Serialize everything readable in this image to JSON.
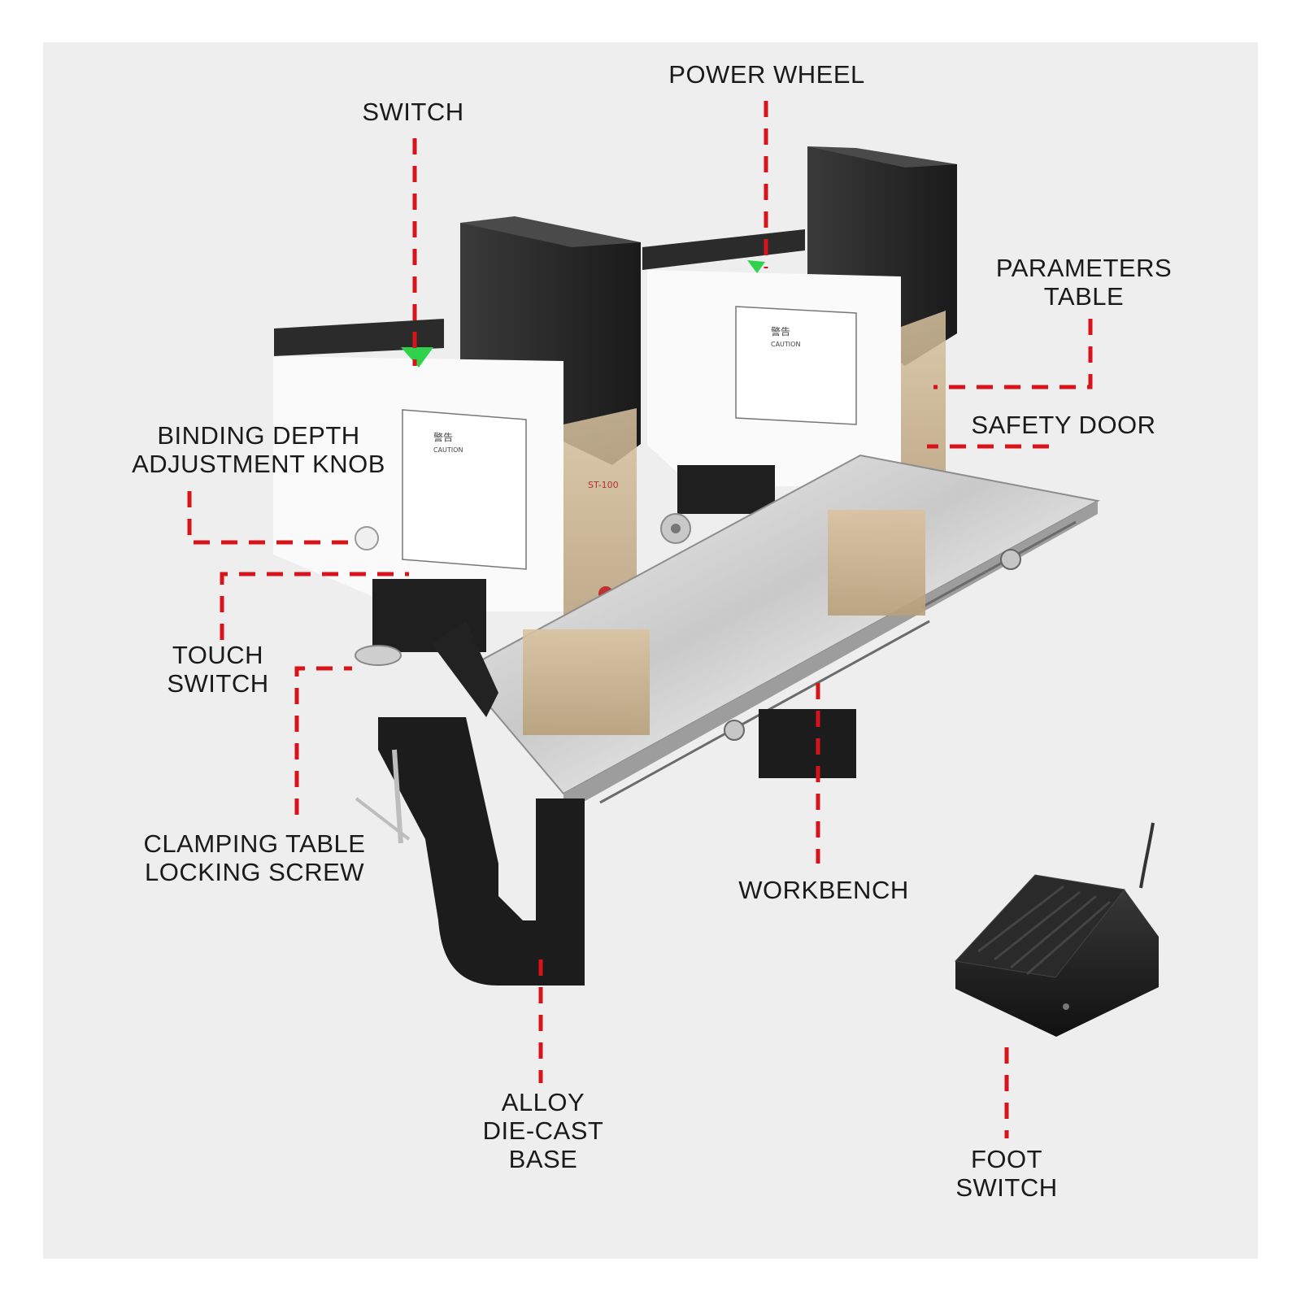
{
  "labels": {
    "switch": "SWITCH",
    "power_wheel": "POWER WHEEL",
    "parameters_table": [
      "PARAMETERS",
      "TABLE"
    ],
    "safety_door": "SAFETY DOOR",
    "binding_depth_knob": [
      "BINDING DEPTH",
      "ADJUSTMENT KNOB"
    ],
    "touch_switch": [
      "TOUCH",
      "SWITCH"
    ],
    "clamping_screw": [
      "CLAMPING TABLE",
      "LOCKING SCREW"
    ],
    "workbench": "WORKBENCH",
    "alloy_base": [
      "ALLOY",
      "DIE-CAST",
      "BASE"
    ],
    "foot_switch": [
      "FOOT",
      "SWITCH"
    ]
  },
  "machine_markings": {
    "caution_cn": "警告",
    "caution_en": "CAUTION",
    "model": "ST-100"
  },
  "colors": {
    "background": "#eeeeee",
    "leader_line": "#d8141a",
    "housing": "#262626",
    "switch_green": "#2fd24a",
    "steel": "#d4d4d4",
    "label_text": "#1a1a1a"
  }
}
